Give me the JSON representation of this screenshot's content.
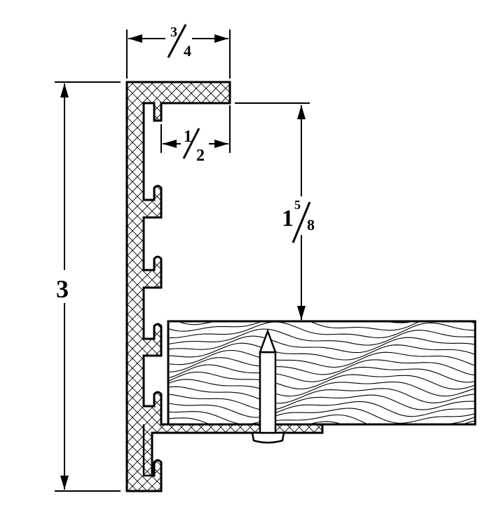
{
  "dimensions": {
    "top_width": {
      "num": "3",
      "den": "4"
    },
    "slot_depth": {
      "num": "1",
      "den": "2"
    },
    "clearance": {
      "whole": "1",
      "num": "5",
      "den": "8"
    },
    "height": {
      "whole": "3"
    }
  },
  "colors": {
    "line": "#000000",
    "background": "#ffffff"
  }
}
